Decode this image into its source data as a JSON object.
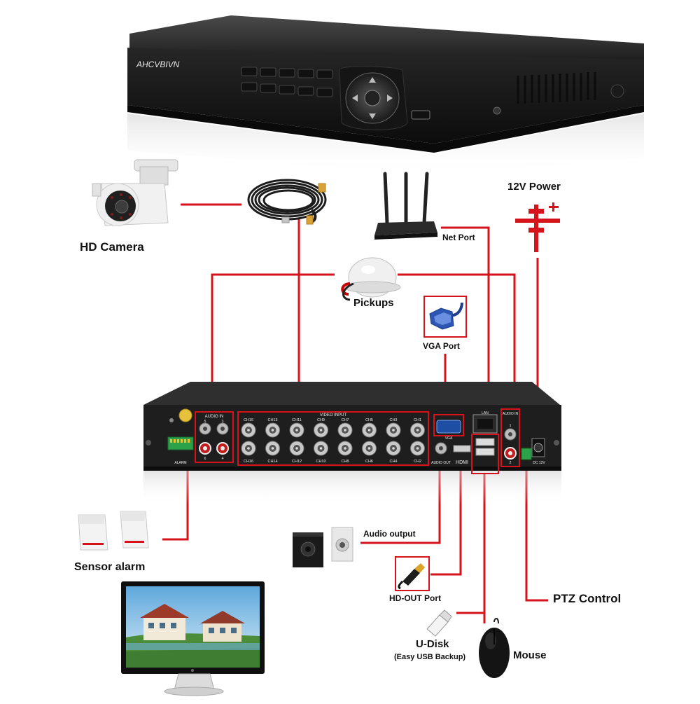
{
  "brand": "AHCVBIVN",
  "labels": {
    "hd_camera": "HD Camera",
    "power": "12V Power",
    "net_port": "Net Port",
    "pickups": "Pickups",
    "vga_port": "VGA Port",
    "audio_output": "Audio output",
    "sensor_alarm": "Sensor alarm",
    "hd_out_port": "HD-OUT Port",
    "u_disk": "U-Disk",
    "u_disk_sub": "(Easy USB Backup)",
    "mouse": "Mouse",
    "ptz_control": "PTZ Control"
  },
  "panel": {
    "audio_in_left": "AUDIO IN",
    "video_input": "VIDEO INPUT",
    "audio_in_right": "AUDIO IN",
    "vga": "VGA",
    "audio_out": "AUDIO OUT",
    "hdmi": "HDMI",
    "lan": "LAN",
    "alarm": "ALARM",
    "dc": "DC 12V",
    "channels_top": [
      "CH15",
      "CH13",
      "CH11",
      "CH9",
      "CH7",
      "CH5",
      "CH3",
      "CH1"
    ],
    "channels_bottom": [
      "CH16",
      "CH14",
      "CH12",
      "CH10",
      "CH8",
      "CH6",
      "CH4",
      "CH2"
    ],
    "audio_left_top": [
      "5",
      "3"
    ],
    "audio_left_bottom": [
      "6",
      "4"
    ],
    "audio_right": [
      "1",
      "2"
    ]
  },
  "colors": {
    "line": "#d6131b",
    "device_body": "#2b2b2b",
    "panel": "#1c1c1c"
  }
}
